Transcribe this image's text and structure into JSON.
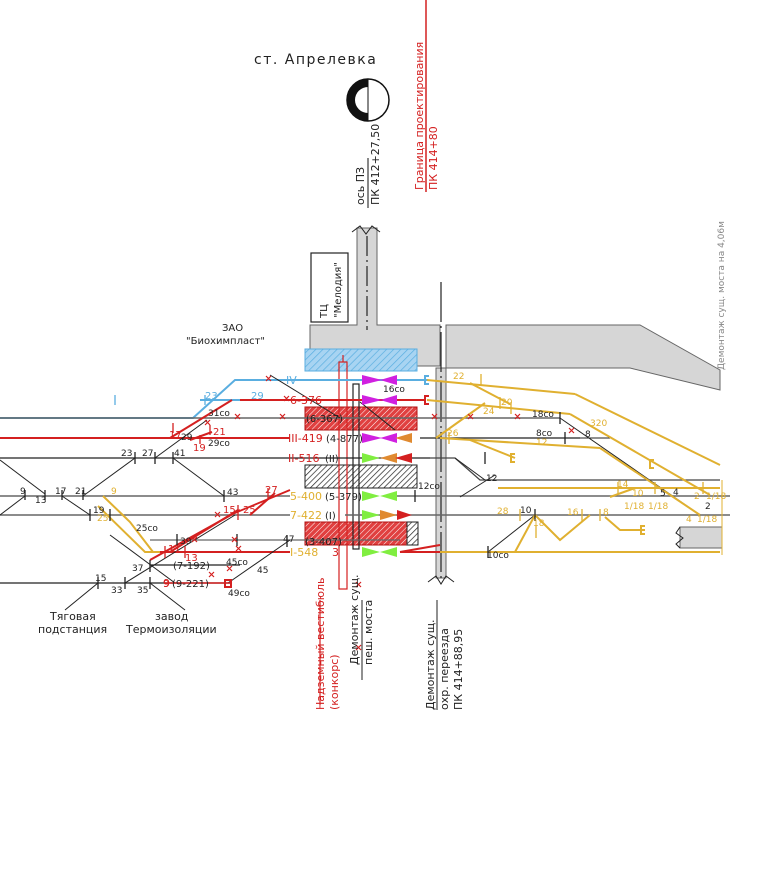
{
  "title": {
    "station": "ст. Апрелевка",
    "axis_label_top": "ось ПЗ",
    "axis_label_bottom": "ПК 412+27,50",
    "boundary_top": "Граница проектирования",
    "boundary_bottom": "ПК 414+80"
  },
  "buildings": {
    "mall": "ТЦ",
    "mall_name": "\"Мелодия\"",
    "zao": "ЗАО",
    "zao_name": "\"Биохимпласт\"",
    "traction_1": "Тяговая",
    "traction_2": "подстанция",
    "plant_1": "завод",
    "plant_2": "Термоизоляции"
  },
  "bottom_notes": {
    "concourse_1": "Надземный вестибюль",
    "concourse_2": "(конкорс)",
    "bridge_1": "Демонтаж сущ.",
    "bridge_2": "пеш. моста",
    "crossing_1": "Демонтаж сущ.",
    "crossing_2": "охр. переезда",
    "crossing_3": "ПК 414+88,95",
    "right_cut": "Демонтаж сущ. моста на 4,06м"
  },
  "tracks": {
    "IV": "IV",
    "t6": "6-376",
    "t6old": "(6-367)",
    "t3": "III-419",
    "t3old": "(4-877)",
    "t2": "II-516",
    "t2old": "(II)",
    "t5": "5-400",
    "t5old": "(5-379)",
    "t7": "7-422",
    "t7old": "(I)",
    "t1": "I-548",
    "t1num": "3",
    "t1old": "(3-407)",
    "t7_192": "(7-192)",
    "t9": "9",
    "t9_221": "(9-221)"
  },
  "switches": {
    "black": [
      "23",
      "27",
      "41",
      "9",
      "13",
      "17",
      "21",
      "43",
      "19",
      "29",
      "25co",
      "39",
      "47",
      "45co",
      "45",
      "37",
      "33",
      "35",
      "15",
      "49co",
      "31co",
      "29co",
      "16co",
      "12",
      "12co",
      "18co",
      "8co",
      "8",
      "10",
      "10co",
      "4",
      "2",
      "5"
    ],
    "red": [
      "17",
      "19",
      "21",
      "27",
      "15",
      "25",
      "11",
      "13",
      "9"
    ],
    "blue": [
      "23",
      "29"
    ],
    "yellow": [
      "9",
      "25",
      "22",
      "24",
      "20",
      "26",
      "12",
      "320",
      "14",
      "10",
      "16",
      "8",
      "28",
      "18",
      "1/18",
      "2",
      "4"
    ]
  },
  "colors": {
    "red": "#d42020",
    "yellow": "#e0b030",
    "blue": "#5aaee0",
    "magenta": "#d020e0",
    "green": "#80ee40",
    "orange": "#e08a30",
    "grey": "#d6d6d6"
  }
}
